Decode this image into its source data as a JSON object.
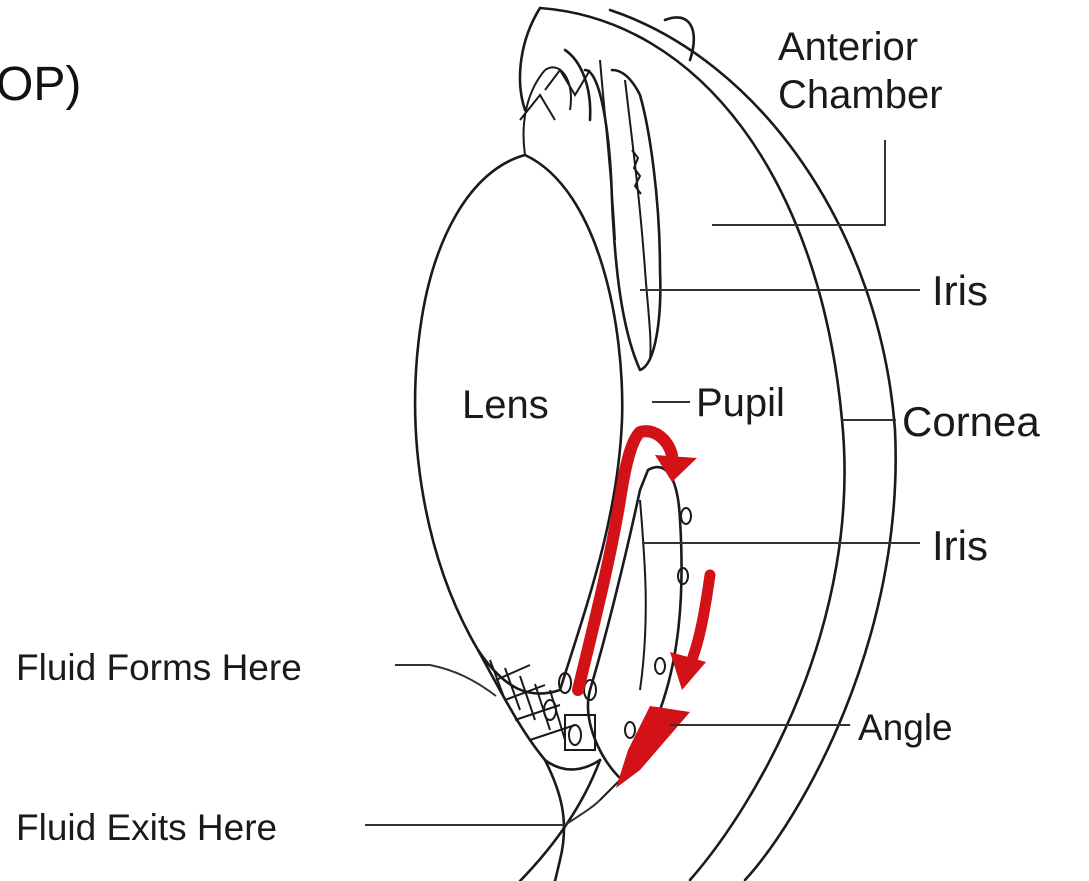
{
  "slide_title_fragment": "OP)",
  "labels": {
    "anterior_chamber_line1": "Anterior",
    "anterior_chamber_line2": "Chamber",
    "iris_upper": "Iris",
    "cornea": "Cornea",
    "iris_lower": "Iris",
    "pupil": "Pupil",
    "lens": "Lens",
    "fluid_forms": "Fluid Forms Here",
    "fluid_exits": "Fluid Exits Here",
    "angle": "Angle"
  },
  "colors": {
    "ink": "#1a1a1a",
    "fluid_flow": "#d31217",
    "background": "#ffffff"
  }
}
